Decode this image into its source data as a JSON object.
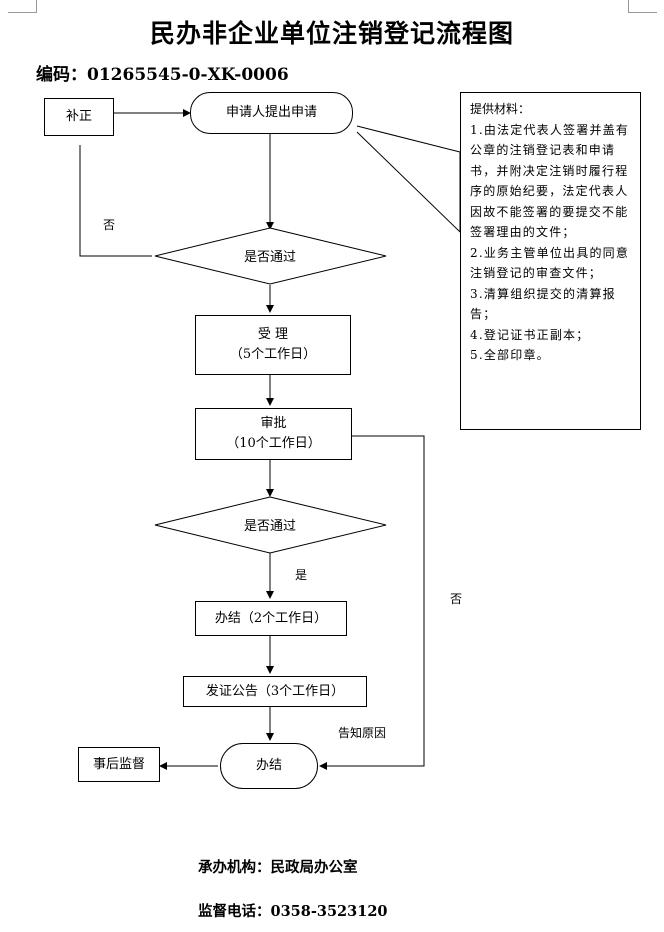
{
  "header": {
    "title": "民办非企业单位注销登记流程图",
    "code_label": "编码：",
    "code_value": "01265545-0-XK-0006"
  },
  "nodes": {
    "buzheng": "补正",
    "apply": "申请人提出申请",
    "decision1": "是否通过",
    "accept_title": "受 理",
    "accept_days": "（5个工作日）",
    "review_title": "审批",
    "review_days": "（10个工作日）",
    "decision2": "是否通过",
    "complete_days": "办结（2个工作日）",
    "certificate": "发证公告（3个工作日）",
    "final": "办结",
    "supervision": "事后监督"
  },
  "edge_labels": {
    "no_left": "否",
    "yes": "是",
    "no_right": "否",
    "inform_reason": "告知原因"
  },
  "materials": {
    "heading": "提供材料：",
    "items": [
      "1.由法定代表人签署并盖有公章的注销登记表和申请书，并附决定注销时履行程序的原始纪要，法定代表人因故不能签署的要提交不能签署理由的文件；",
      "2.业务主管单位出具的同意注销登记的审查文件；",
      "3.清算组织提交的清算报告；",
      "4.登记证书正副本；",
      "5.全部印章。"
    ]
  },
  "footer": {
    "agency": "承办机构：民政局办公室",
    "phone": "监督电话：0358-3523120"
  }
}
